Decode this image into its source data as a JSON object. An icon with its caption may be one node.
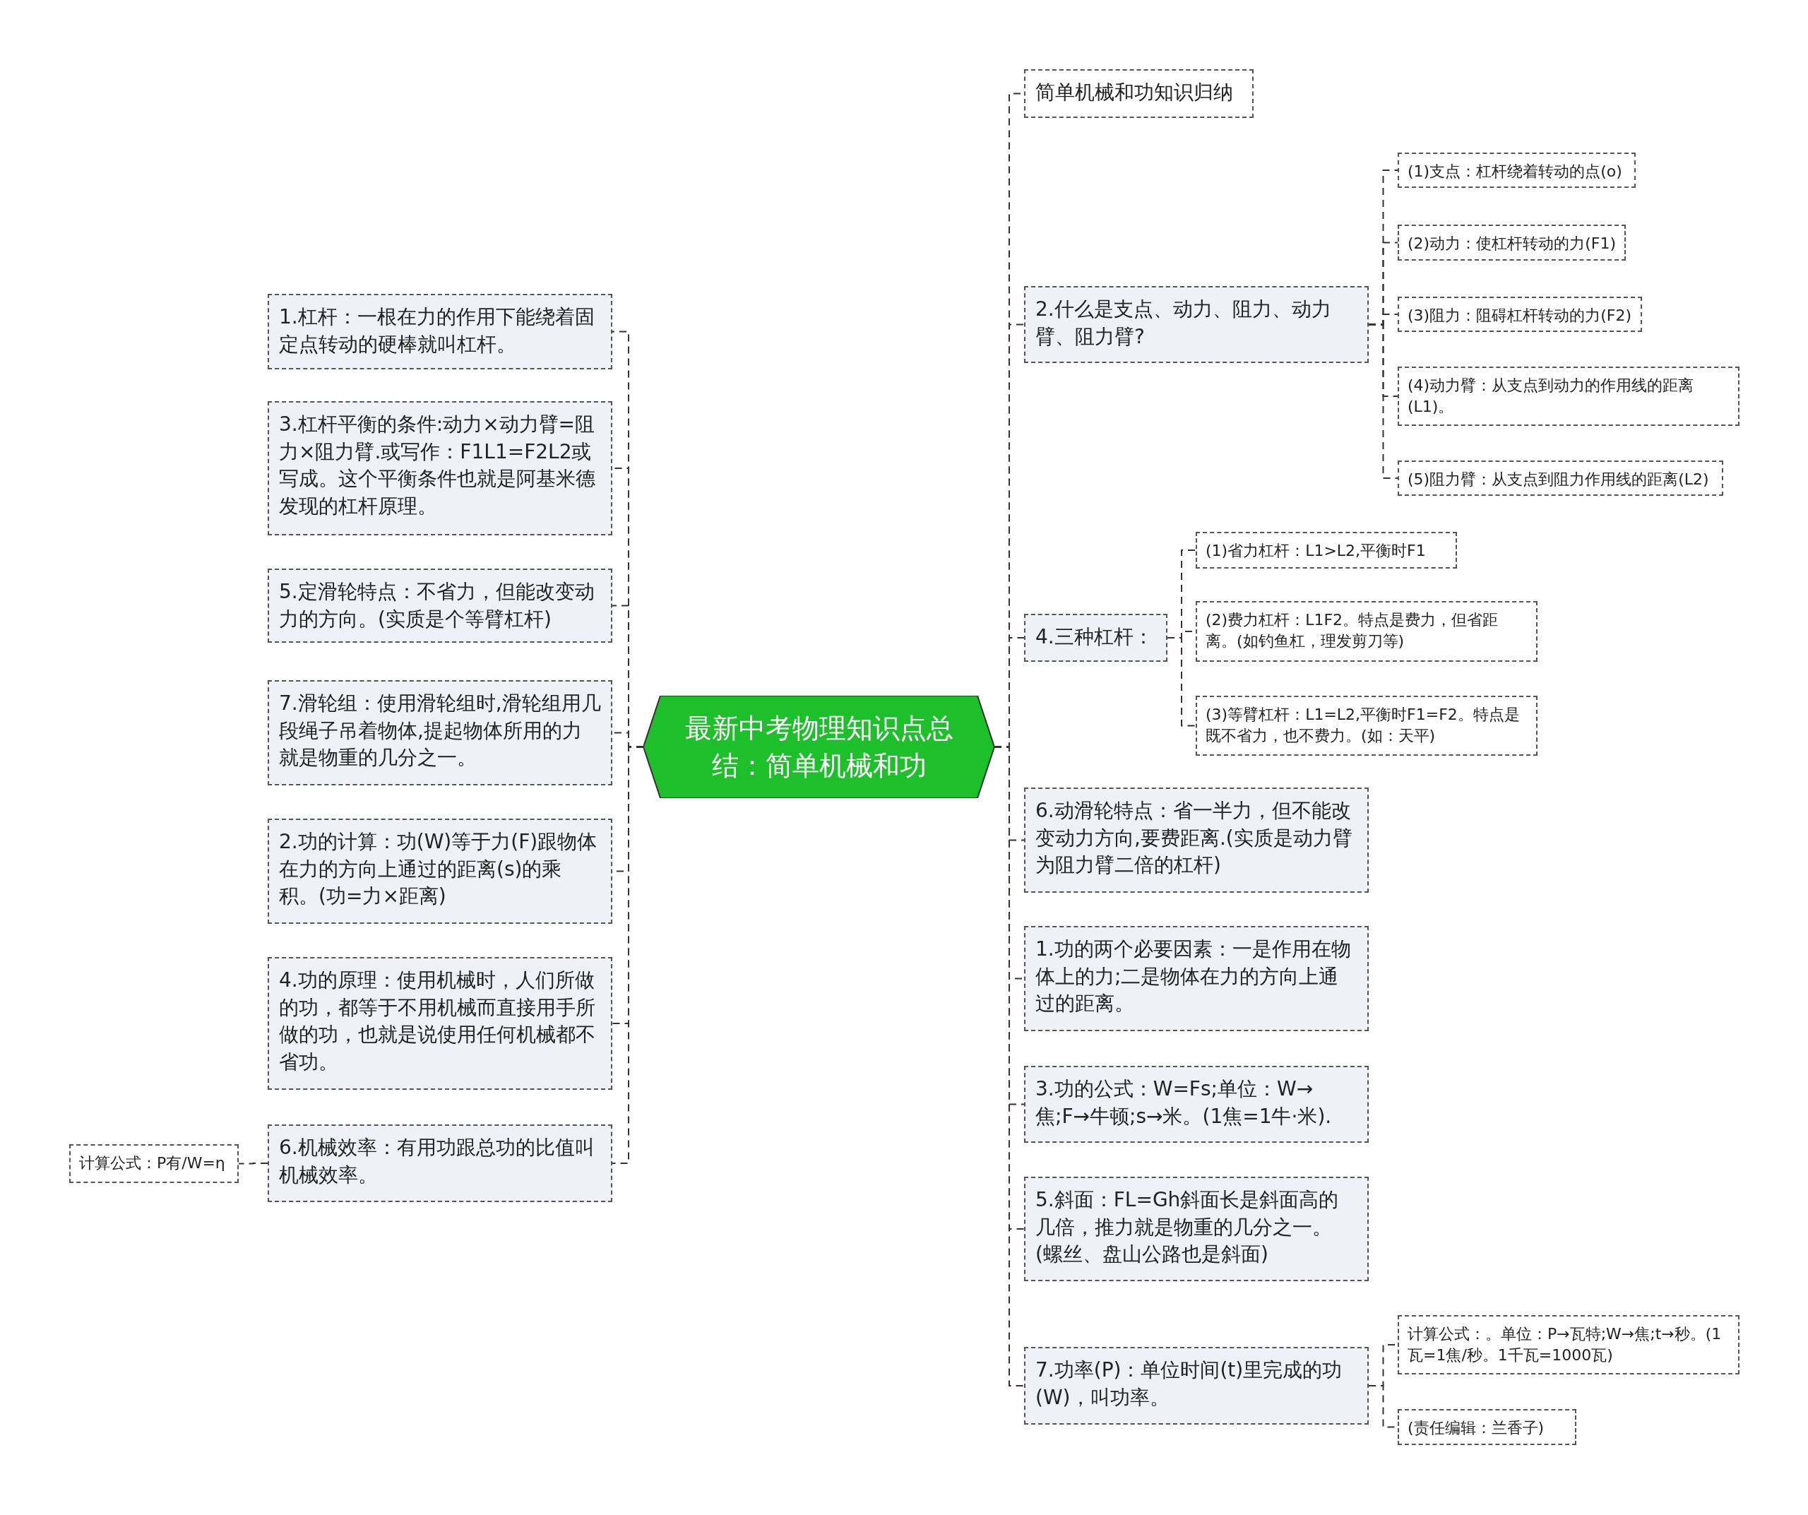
{
  "diagram": {
    "nodes": [
      {
        "text": [
          "最新中考物理知识点总结：简单机械和功"
        ]
      },
      {
        "text": [
          "1.杠杆：一根在力的作用下能绕着固定点转动的硬棒就叫杠杆。"
        ]
      },
      {
        "text": [
          "3.杠杆平衡的条件:动力×动力臂=阻力×阻力臂.或写作：F1L1=F2L2或写成。这个平衡条件也就是阿基米德发现的杠杆原理。"
        ]
      },
      {
        "text": [
          "5.定滑轮特点：不省力，但能改变动力的方向。(实质是个等臂杠杆)"
        ]
      },
      {
        "text": [
          "7.滑轮组：使用滑轮组时,滑轮组用几段绳子吊着物体,提起物体所用的力就是物重的几分之一。"
        ]
      },
      {
        "text": [
          "2.功的计算：功(W)等于力(F)跟物体在力的方向上通过的距离(s)的乘积。(功=力×距离)"
        ]
      },
      {
        "text": [
          "4.功的原理：使用机械时，人们所做的功，都等于不用机械而直接用手所做的功，也就是说使用任何机械都不省功。"
        ]
      },
      {
        "text": [
          "6.机械效率：有用功跟总功的比值叫机械效率。"
        ]
      },
      {
        "text": [
          "计算公式：P有/W=η"
        ]
      },
      {
        "text": [
          "简单机械和功知识归纳"
        ]
      },
      {
        "text": [
          "2.什么是支点、动力、阻力、动力臂、阻力臂?"
        ]
      },
      {
        "text": [
          "(1)支点：杠杆绕着转动的点(o)"
        ]
      },
      {
        "text": [
          "(2)动力：使杠杆转动的力(F1)"
        ]
      },
      {
        "text": [
          "(3)阻力：阻碍杠杆转动的力(F2)"
        ]
      },
      {
        "text": [
          "(4)动力臂：从支点到动力的作用线的距离(L1)。"
        ]
      },
      {
        "text": [
          "(5)阻力臂：从支点到阻力作用线的距离(L2)"
        ]
      },
      {
        "text": [
          "4.三种杠杆："
        ]
      },
      {
        "text": [
          "(1)省力杠杆：L1>L2,平衡时F1"
        ]
      },
      {
        "text": [
          "(2)费力杠杆：L1F2。特点是费力，但省距离。(如钓鱼杠，理发剪刀等)"
        ]
      },
      {
        "text": [
          "(3)等臂杠杆：L1=L2,平衡时F1=F2。特点是既不省力，也不费力。(如：天平)"
        ]
      },
      {
        "text": [
          "6.动滑轮特点：省一半力，但不能改变动力方向,要费距离.(实质是动力臂为阻力臂二倍的杠杆)"
        ]
      },
      {
        "text": [
          "1.功的两个必要因素：一是作用在物体上的力;二是物体在力的方向上通过的距离。"
        ]
      },
      {
        "text": [
          "3.功的公式：W=Fs;单位：W→焦;F→牛顿;s→米。(1焦=1牛·米)."
        ]
      },
      {
        "text": [
          "5.斜面：FL=Gh斜面长是斜面高的几倍，推力就是物重的几分之一。(螺丝、盘山公路也是斜面)"
        ]
      },
      {
        "text": [
          "7.功率(P)：单位时间(t)里完成的功(W)，叫功率。"
        ]
      },
      {
        "text": [
          "计算公式：。单位：P→瓦特;W→焦;t→秒。(1瓦=1焦/秒。1千瓦=1000瓦)"
        ]
      },
      {
        "text": [
          "(责任编辑：兰香子)"
        ]
      }
    ],
    "edges": [
      {
        "from": 0,
        "to": 1,
        "arrow": "none",
        "style": "dashed"
      },
      {
        "from": 0,
        "to": 2,
        "arrow": "none",
        "style": "dashed"
      },
      {
        "from": 0,
        "to": 3,
        "arrow": "none",
        "style": "dashed"
      },
      {
        "from": 0,
        "to": 4,
        "arrow": "none",
        "style": "dashed"
      },
      {
        "from": 0,
        "to": 5,
        "arrow": "none",
        "style": "dashed"
      },
      {
        "from": 0,
        "to": 6,
        "arrow": "none",
        "style": "dashed"
      },
      {
        "from": 0,
        "to": 7,
        "arrow": "none",
        "style": "dashed"
      },
      {
        "from": 7,
        "to": 8,
        "arrow": "none",
        "style": "dashed"
      },
      {
        "from": 0,
        "to": 9,
        "arrow": "none",
        "style": "dashed"
      },
      {
        "from": 0,
        "to": 10,
        "arrow": "none",
        "style": "dashed"
      },
      {
        "from": 10,
        "to": 11,
        "arrow": "none",
        "style": "dashed"
      },
      {
        "from": 10,
        "to": 12,
        "arrow": "none",
        "style": "dashed"
      },
      {
        "from": 10,
        "to": 13,
        "arrow": "none",
        "style": "dashed"
      },
      {
        "from": 10,
        "to": 14,
        "arrow": "none",
        "style": "dashed"
      },
      {
        "from": 10,
        "to": 15,
        "arrow": "none",
        "style": "dashed"
      },
      {
        "from": 0,
        "to": 16,
        "arrow": "none",
        "style": "dashed"
      },
      {
        "from": 16,
        "to": 17,
        "arrow": "none",
        "style": "dashed"
      },
      {
        "from": 16,
        "to": 18,
        "arrow": "none",
        "style": "dashed"
      },
      {
        "from": 16,
        "to": 19,
        "arrow": "none",
        "style": "dashed"
      },
      {
        "from": 0,
        "to": 20,
        "arrow": "none",
        "style": "dashed"
      },
      {
        "from": 0,
        "to": 21,
        "arrow": "none",
        "style": "dashed"
      },
      {
        "from": 0,
        "to": 22,
        "arrow": "none",
        "style": "dashed"
      },
      {
        "from": 0,
        "to": 23,
        "arrow": "none",
        "style": "dashed"
      },
      {
        "from": 0,
        "to": 24,
        "arrow": "none",
        "style": "dashed"
      },
      {
        "from": 24,
        "to": 25,
        "arrow": "none",
        "style": "dashed"
      },
      {
        "from": 24,
        "to": 26,
        "arrow": "none",
        "style": "dashed"
      }
    ]
  }
}
